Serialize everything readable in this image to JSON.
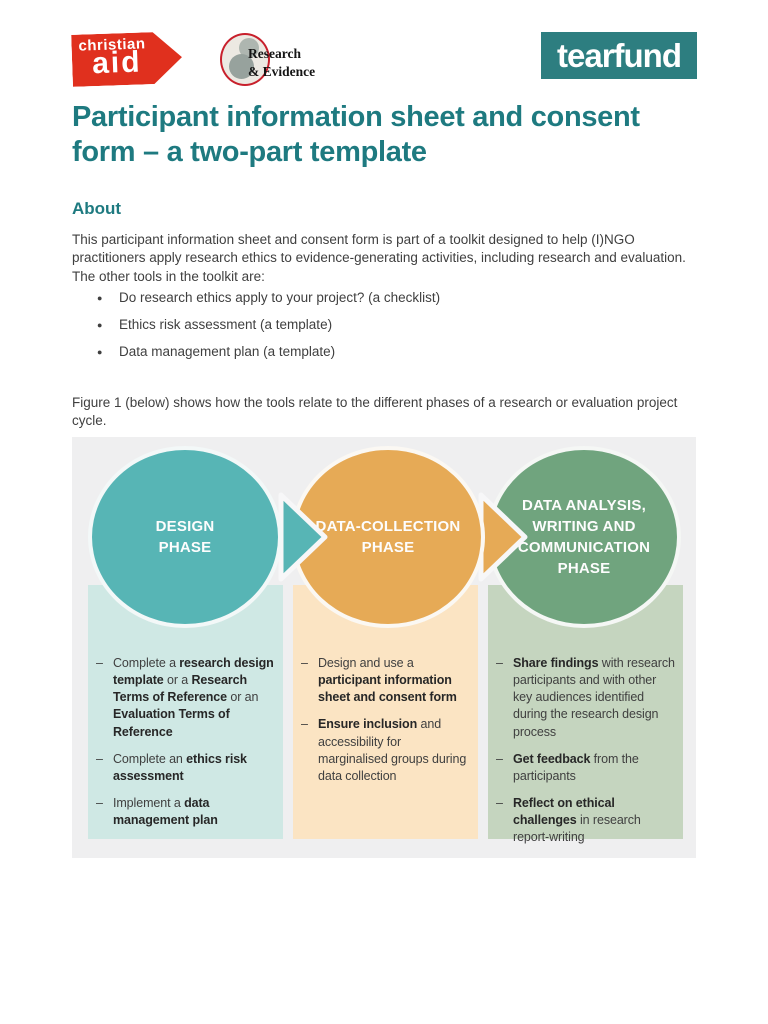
{
  "colors": {
    "heading_teal": "#1e7a80",
    "christian_aid_red": "#e0301e",
    "tearfund_teal": "#2d7e80",
    "re_ring_red": "#c8202c",
    "panel_bg": "#efeff0"
  },
  "logos": {
    "christian_aid": {
      "line1": "christian",
      "line2": "aid"
    },
    "research_evidence": {
      "lines": [
        "Research",
        "& Evidence"
      ]
    },
    "tearfund": {
      "text": "tearfund"
    }
  },
  "title": "Participant information sheet and consent form – a two-part template",
  "about": {
    "heading": "About",
    "paragraph": "This participant information sheet and consent form is part of a toolkit designed to help (I)NGO practitioners apply research ethics to evidence-generating activities, including research and evaluation. The other tools in the toolkit are:",
    "bullet_glyph": "●",
    "bullets": [
      "Do research ethics apply to your project? (a checklist)",
      "Ethics risk assessment (a template)",
      "Data management plan (a template)"
    ]
  },
  "figure": {
    "caption": "Figure 1 (below) shows how the tools relate to the different phases of a research or evaluation project cycle.",
    "dash_glyph": "–",
    "arrow_colors": {
      "first": "#57b5b5",
      "second": "#e6aa56"
    },
    "phases": [
      {
        "name": "design-phase",
        "title_lines": [
          "DESIGN",
          "PHASE"
        ],
        "circle_color": "#57b5b5",
        "box_color": "#cfe8e4",
        "items": [
          {
            "segments": [
              {
                "t": "Complete a ",
                "b": false
              },
              {
                "t": "research design template",
                "b": true
              },
              {
                "t": " or a ",
                "b": false
              },
              {
                "t": "Research Terms of Reference",
                "b": true
              },
              {
                "t": " or an ",
                "b": false
              },
              {
                "t": "Evaluation Terms of Reference",
                "b": true
              }
            ]
          },
          {
            "segments": [
              {
                "t": "Complete an ",
                "b": false
              },
              {
                "t": "ethics risk assessment",
                "b": true
              }
            ]
          },
          {
            "segments": [
              {
                "t": "Implement a ",
                "b": false
              },
              {
                "t": "data management plan",
                "b": true
              }
            ]
          }
        ]
      },
      {
        "name": "data-collection-phase",
        "title_lines": [
          "DATA-COLLECTION",
          "PHASE"
        ],
        "circle_color": "#e6aa56",
        "box_color": "#fbe4c3",
        "items": [
          {
            "segments": [
              {
                "t": "Design and use a ",
                "b": false
              },
              {
                "t": "participant information sheet and consent form",
                "b": true
              }
            ]
          },
          {
            "segments": [
              {
                "t": "Ensure inclusion",
                "b": true
              },
              {
                "t": " and accessibility for marginalised groups during data collection",
                "b": false
              }
            ]
          }
        ]
      },
      {
        "name": "analysis-writing-communication-phase",
        "title_lines": [
          "DATA ANALYSIS,",
          "WRITING AND",
          "COMMUNICATION",
          "PHASE"
        ],
        "circle_color": "#70a47e",
        "box_color": "#c5d5bf",
        "items": [
          {
            "segments": [
              {
                "t": "Share findings",
                "b": true
              },
              {
                "t": " with research participants and with other key audiences identified during the research design process",
                "b": false
              }
            ]
          },
          {
            "segments": [
              {
                "t": "Get feedback",
                "b": true
              },
              {
                "t": " from the participants",
                "b": false
              }
            ]
          },
          {
            "segments": [
              {
                "t": "Reflect on ethical challenges",
                "b": true
              },
              {
                "t": " in research report-writing",
                "b": false
              }
            ]
          }
        ]
      }
    ]
  }
}
